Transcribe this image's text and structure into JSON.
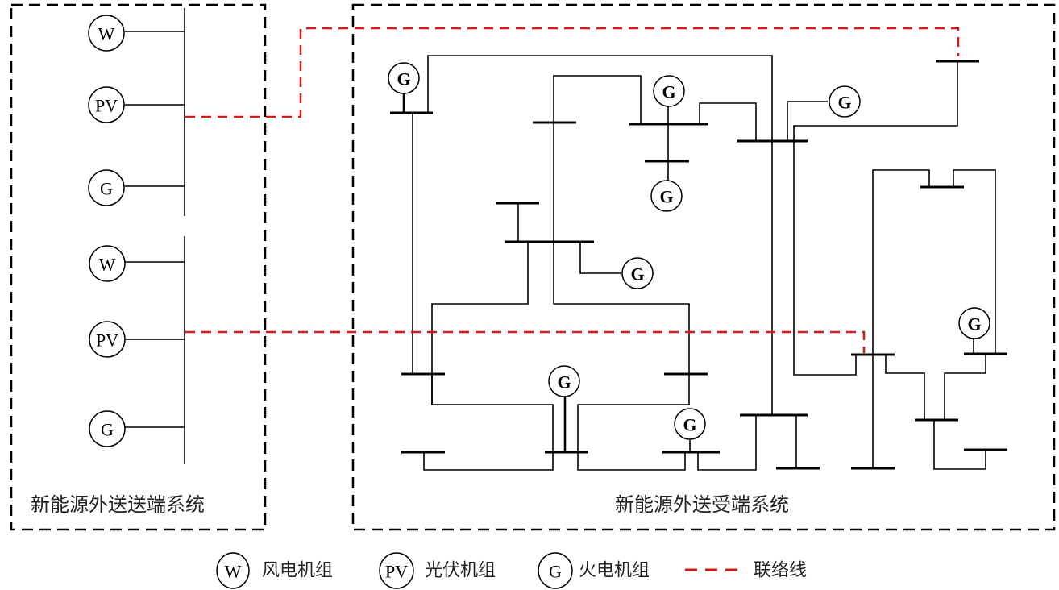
{
  "regions": {
    "sending": {
      "title": "新能源外送送端系统"
    },
    "receiving": {
      "title": "新能源外送受端系统"
    }
  },
  "sending_units": [
    {
      "type": "wind",
      "label": "W"
    },
    {
      "type": "pv",
      "label": "PV"
    },
    {
      "type": "thermal",
      "label": "G"
    },
    {
      "type": "wind",
      "label": "W"
    },
    {
      "type": "pv",
      "label": "PV"
    },
    {
      "type": "thermal",
      "label": "G"
    }
  ],
  "receiving_generators": [
    {
      "label": "G"
    },
    {
      "label": "G"
    },
    {
      "label": "G"
    },
    {
      "label": "G"
    },
    {
      "label": "G"
    },
    {
      "label": "G"
    },
    {
      "label": "G"
    },
    {
      "label": "G"
    }
  ],
  "legend": {
    "items": [
      {
        "symbol": "W",
        "text": "风电机组"
      },
      {
        "symbol": "PV",
        "text": "光伏机组"
      },
      {
        "symbol": "G",
        "text": "火电机组"
      },
      {
        "symbol": "dash",
        "text": "联络线"
      }
    ]
  },
  "colors": {
    "tie_line": "#d11a1a",
    "network": "#000000"
  }
}
